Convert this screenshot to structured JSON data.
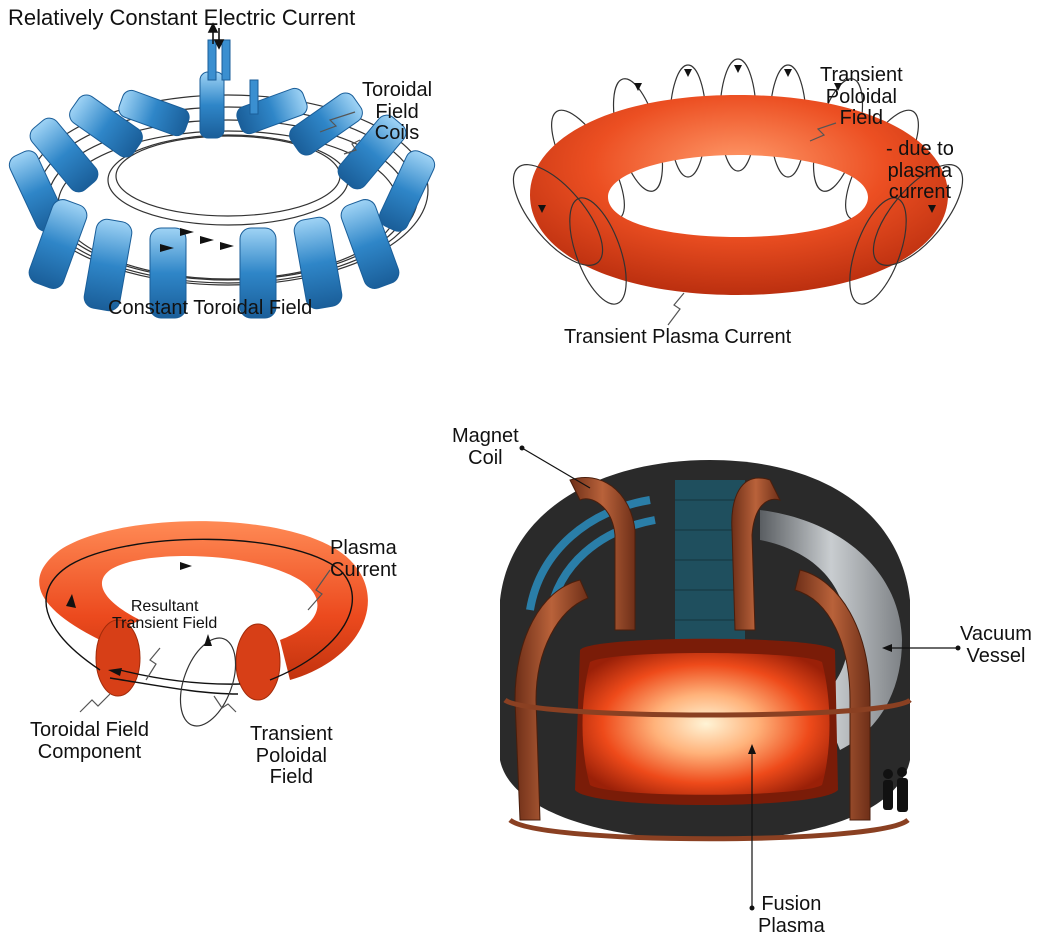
{
  "labels": {
    "relatively_constant_current": "Relatively Constant Electric Current",
    "toroidal_field_coils": [
      "Toroidal",
      "Field",
      "Coils"
    ],
    "constant_toroidal_field": "Constant Toroidal Field",
    "transient_poloidal_field": [
      "Transient",
      "Poloidal",
      "Field"
    ],
    "due_to_plasma_current": [
      "- due to",
      "plasma",
      "current"
    ],
    "transient_plasma_current": "Transient Plasma Current",
    "plasma_current": [
      "Plasma",
      "Current"
    ],
    "resultant_transient_field": [
      "Resultant",
      "Transient Field"
    ],
    "toroidal_field_component": [
      "Toroidal Field",
      "Component"
    ],
    "transient_poloidal_field_bottom": [
      "Transient",
      "Poloidal",
      "Field"
    ],
    "magnet_coil": [
      "Magnet",
      "Coil"
    ],
    "vacuum_vessel": [
      "Vacuum",
      "Vessel"
    ],
    "fusion_plasma": [
      "Fusion",
      "Plasma"
    ]
  },
  "colors": {
    "coil_blue": "#2f86c8",
    "coil_blue_light": "#7cc0ec",
    "plasma_orange": "#e8461c",
    "plasma_glow": "#fff2c8",
    "copper": "#9c4a2a",
    "steel_teal": "#1f4f5e",
    "vessel_grey": "#a9adb0"
  }
}
